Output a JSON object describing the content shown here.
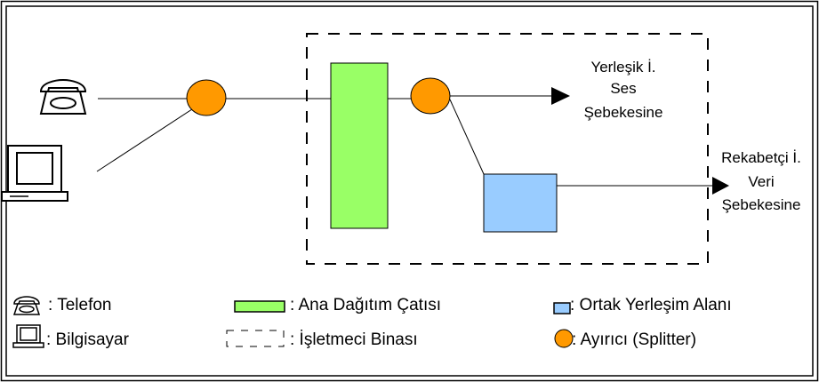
{
  "diagram": {
    "node_labels": {
      "voice_network": [
        "Yerleşik İ.",
        "Ses",
        "Şebekesine"
      ],
      "data_network": [
        "Rekabetçi İ.",
        "Veri",
        "Şebekesine"
      ]
    },
    "legend": {
      "telefon": ": Telefon",
      "bilgisayar": ":  Bilgisayar",
      "ana_dagitim": ": Ana Dağıtım Çatısı",
      "isletmeci": ": İşletmeci Binası",
      "ortak": ": Ortak Yerleşim Alanı",
      "ayirici": ": Ayırıcı (Splitter)"
    },
    "colors": {
      "splitter": "#ff9900",
      "main_frame": "#99ff66",
      "colocation": "#99ccff",
      "line": "#000000"
    },
    "icons": [
      "telephone-icon",
      "computer-icon"
    ]
  }
}
